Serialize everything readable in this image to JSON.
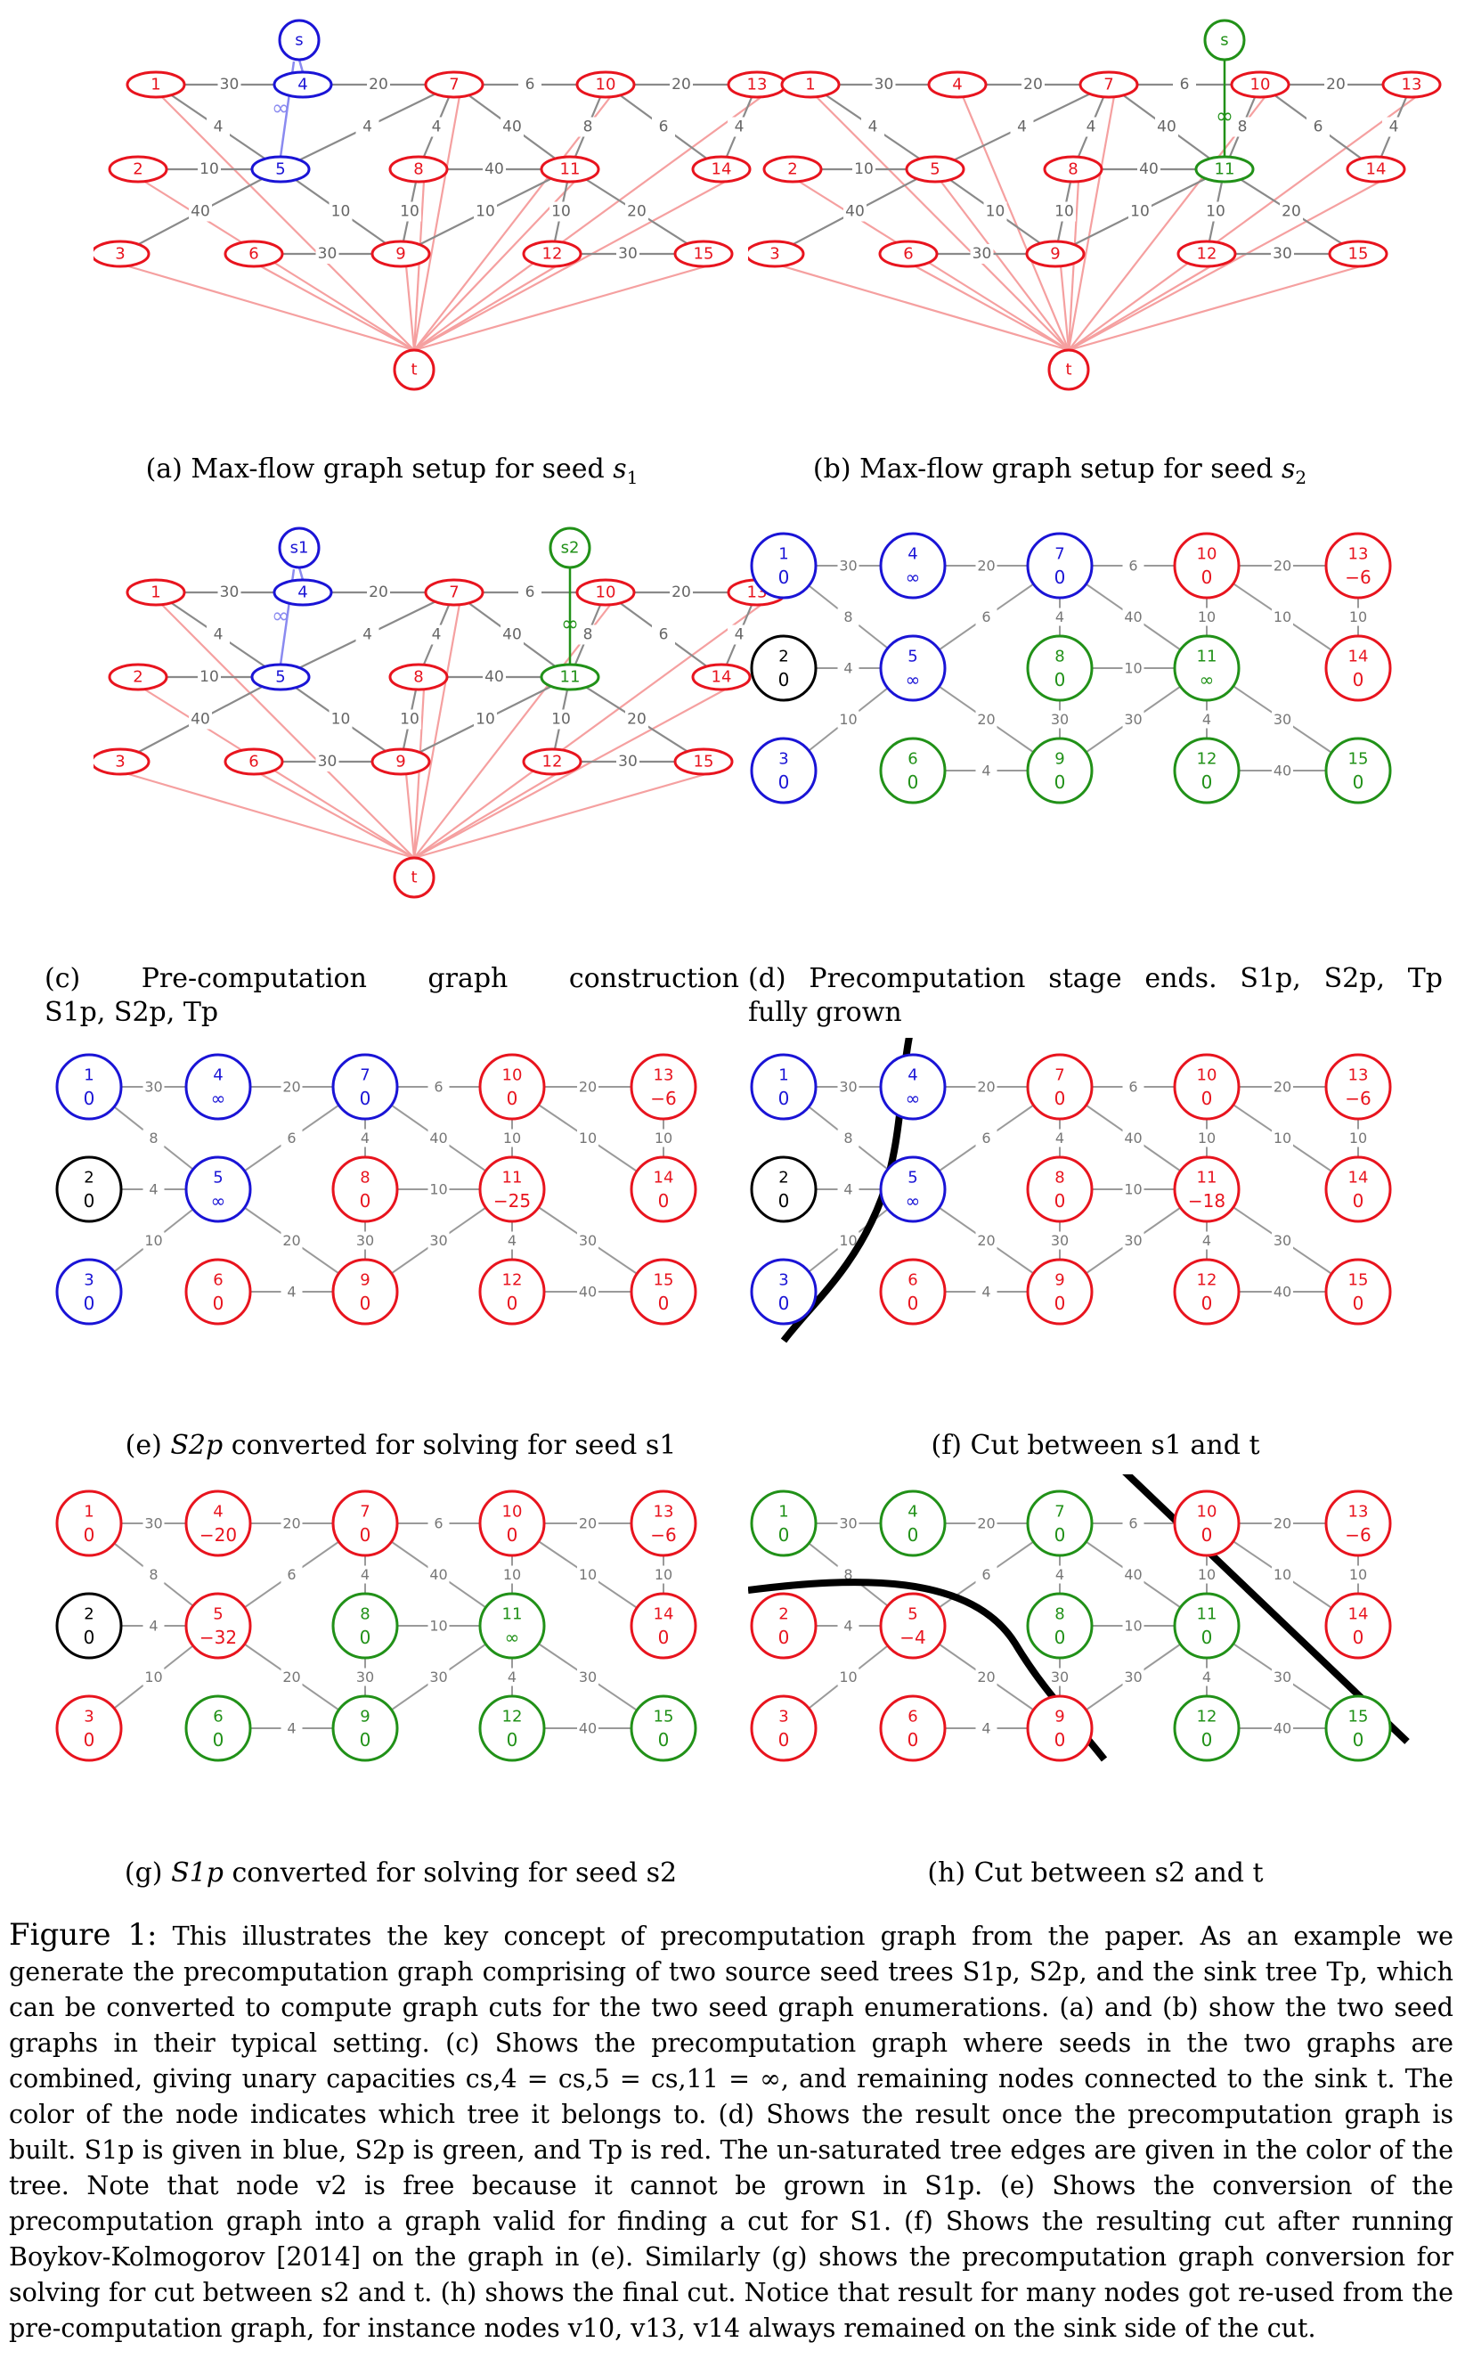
{
  "panels": [
    {
      "id": "a",
      "caption": "(a) Max-flow graph setup for seed s1"
    },
    {
      "id": "b",
      "caption": "(b) Max-flow graph setup for seed s2"
    },
    {
      "id": "c",
      "caption": "(c) Pre-computation graph construction S1p, S2p, Tp"
    },
    {
      "id": "d",
      "caption": "(d) Precomputation stage ends. S1p, S2p, Tp fully grown"
    },
    {
      "id": "e",
      "caption": "(e) S2p converted for solving for seed s1"
    },
    {
      "id": "f",
      "caption": "(f) Cut between s1 and t"
    },
    {
      "id": "g",
      "caption": "(g) S1p converted for solving for seed s2"
    },
    {
      "id": "h",
      "caption": "(h) Cut between s2 and t"
    }
  ],
  "caption_text": {
    "a": {
      "pre": "(a) Max-flow graph setup for seed ",
      "var": "s",
      "sub": "1"
    },
    "b": {
      "pre": "(b) Max-flow graph setup for seed ",
      "var": "s",
      "sub": "2"
    },
    "c": {
      "line1": "(c) Pre-computation graph construction",
      "line2": "S1p, S2p, Tp"
    },
    "d": {
      "line1": "(d) Precomputation stage ends. S1p, S2p, Tp",
      "line2": "fully grown"
    },
    "e": {
      "pre": "S2p",
      "post": " converted for solving for seed s1",
      "label": "(e)"
    },
    "f": {
      "text": "(f) Cut between s1 and t"
    },
    "g": {
      "pre": "S1p",
      "post": " converted for solving for seed s2",
      "label": "(g)"
    },
    "h": {
      "text": "(h) Cut between s2 and t"
    }
  },
  "source_node_labels": {
    "s": "s",
    "s1": "s1",
    "s2": "s2",
    "t": "t",
    "inf": "∞"
  },
  "graph_nodes": [
    "1",
    "2",
    "3",
    "4",
    "5",
    "6",
    "7",
    "8",
    "9",
    "10",
    "11",
    "12",
    "13",
    "14",
    "15"
  ],
  "graph_edge_weights": [
    "30",
    "20",
    "6",
    "20",
    "4",
    "10",
    "4",
    "40",
    "8",
    "6",
    "4",
    "40",
    "10",
    "10",
    "10",
    "10",
    "20",
    "30",
    "30",
    "4"
  ],
  "figure_caption": {
    "label": "Figure 1:",
    "text": "This illustrates the key concept of precomputation graph from the paper. As an example we generate the precomputation graph comprising of two source seed trees S1p, S2p, and the sink tree Tp, which can be converted to compute graph cuts for the two seed graph enumerations. (a) and (b) show the two seed graphs in their typical setting. (c) Shows the precomputation graph where seeds in the two graphs are combined, giving unary capacities cs,4 = cs,5 = cs,11 = ∞, and remaining nodes connected to the sink t. The color of the node indicates which tree it belongs to. (d) Shows the result once the precomputation graph is built. S1p is given in blue, S2p is green, and Tp is red. The un-saturated tree edges are given in the color of the tree. Note that node v2 is free because it cannot be grown in S1p. (e) Shows the conversion of the precomputation graph into a graph valid for finding a cut for S1. (f) Shows the resulting cut after running Boykov-Kolmogorov [2014] on the graph in (e). Similarly (g) shows the precomputation graph conversion for solving for cut between s2 and t. (h) shows the final cut. Notice that result for many nodes got re-used from the pre-computation graph, for instance nodes v10, v13, v14 always remained on the sink side of the cut."
  },
  "colors": {
    "red": "#e8141e",
    "blue": "#1a14d6",
    "green": "#219118",
    "black": "#000000",
    "gray": "#999999",
    "pink": "#f5a0a0",
    "lightblue": "#8a8af0"
  }
}
